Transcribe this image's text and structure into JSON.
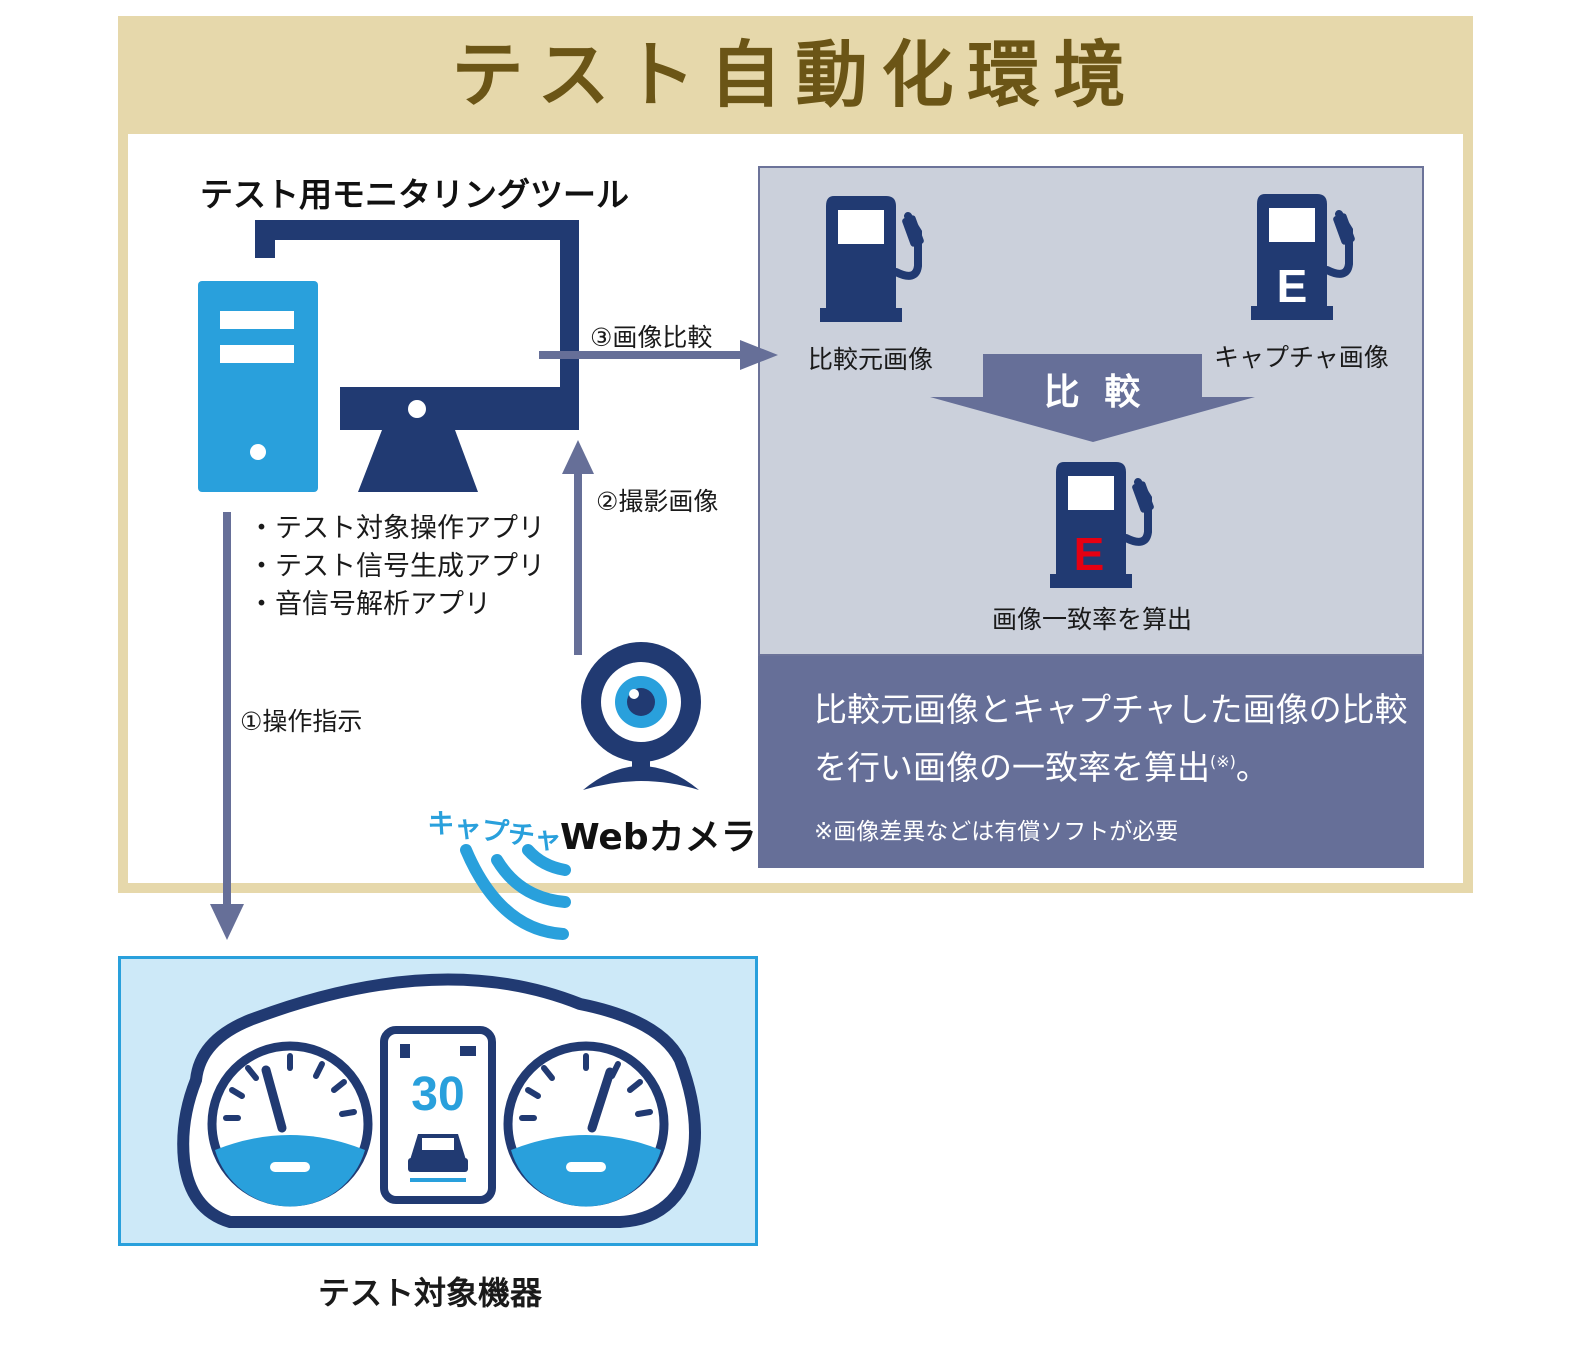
{
  "title": "テスト自動化環境",
  "monitoring_tool": {
    "title": "テスト用モニタリングツール",
    "apps": [
      "・テスト対象操作アプリ",
      "・テスト信号生成アプリ",
      "・音信号解析アプリ"
    ]
  },
  "arrows": {
    "step1": "①操作指示",
    "step2": "②撮影画像",
    "step3": "③画像比較"
  },
  "comparison": {
    "reference_label": "比較元画像",
    "capture_label": "キャプチャ画像",
    "compare_label": "比 較",
    "result_label": "画像一致率を算出",
    "pump_letter": "E"
  },
  "description": {
    "text": "比較元画像とキャプチャした画像の比較を行い画像の一致率を算出",
    "marker": "(※)",
    "period": "。",
    "note": "※画像差異などは有償ソフトが必要"
  },
  "webcam": {
    "label": "Webカメラ",
    "capture": "キャプチャ"
  },
  "device": {
    "label": "テスト対象機器",
    "speed": "30"
  },
  "colors": {
    "navy": "#213a72",
    "blue": "#29a0dc",
    "slate": "#666f98",
    "gold": "#e6d8ab",
    "red": "#e60012"
  }
}
